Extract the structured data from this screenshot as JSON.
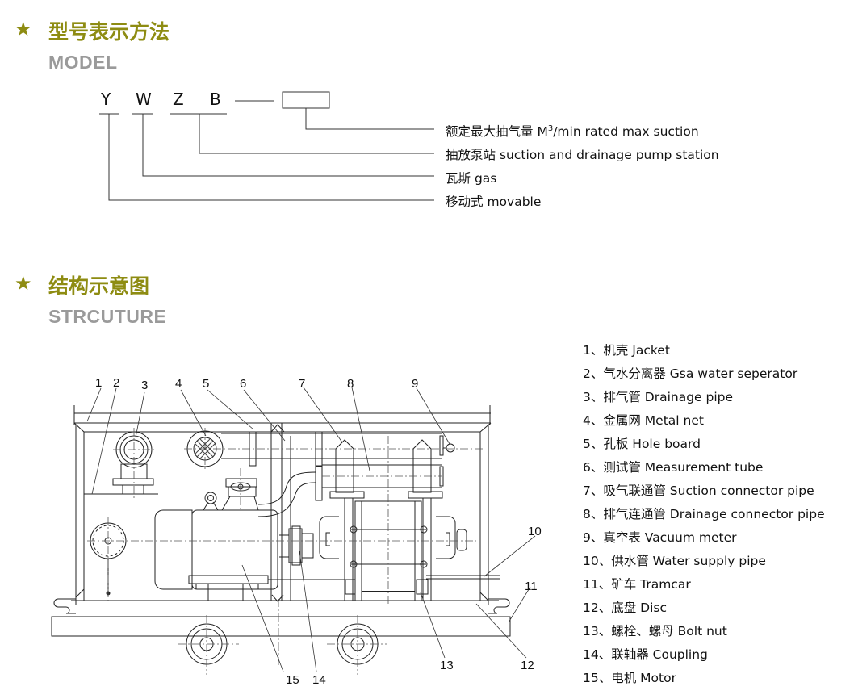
{
  "model_section": {
    "star_icon": "star-icon",
    "title": "型号表示方法",
    "subtitle": "MODEL",
    "code_letters": [
      "Y",
      "W",
      "Z",
      "B"
    ],
    "labels": [
      {
        "zh": "额定最大抽气量",
        "en_prefix": "M",
        "sup": "3",
        "en": "/min rated max suction"
      },
      {
        "zh": "抽放泵站",
        "en": "suction and drainage pump station"
      },
      {
        "zh": "瓦斯",
        "en": "gas"
      },
      {
        "zh": "移动式",
        "en": "movable"
      }
    ]
  },
  "structure_section": {
    "star_icon": "star-icon",
    "title": "结构示意图",
    "subtitle": "STRCUTURE",
    "callout_numbers": [
      "1",
      "2",
      "3",
      "4",
      "5",
      "6",
      "7",
      "8",
      "9",
      "10",
      "11",
      "12",
      "13",
      "14",
      "15"
    ],
    "legend": [
      "1、机壳 Jacket",
      "2、气水分离器 Gsa water seperator",
      "3、排气管 Drainage pipe",
      "4、金属网 Metal net",
      "5、孔板 Hole board",
      "6、测试管 Measurement tube",
      "7、吸气联通管 Suction connector pipe",
      "8、排气连通管 Drainage connector pipe",
      "9、真空表 Vacuum meter",
      "10、供水管 Water supply pipe",
      "11、矿车 Tramcar",
      "12、底盘 Disc",
      "13、螺栓、螺母 Bolt nut",
      "14、联轴器 Coupling",
      "15、电机 Motor"
    ]
  },
  "colors": {
    "title": "#8e8c12",
    "subtitle": "#9a9a9a",
    "line": "#222222"
  }
}
